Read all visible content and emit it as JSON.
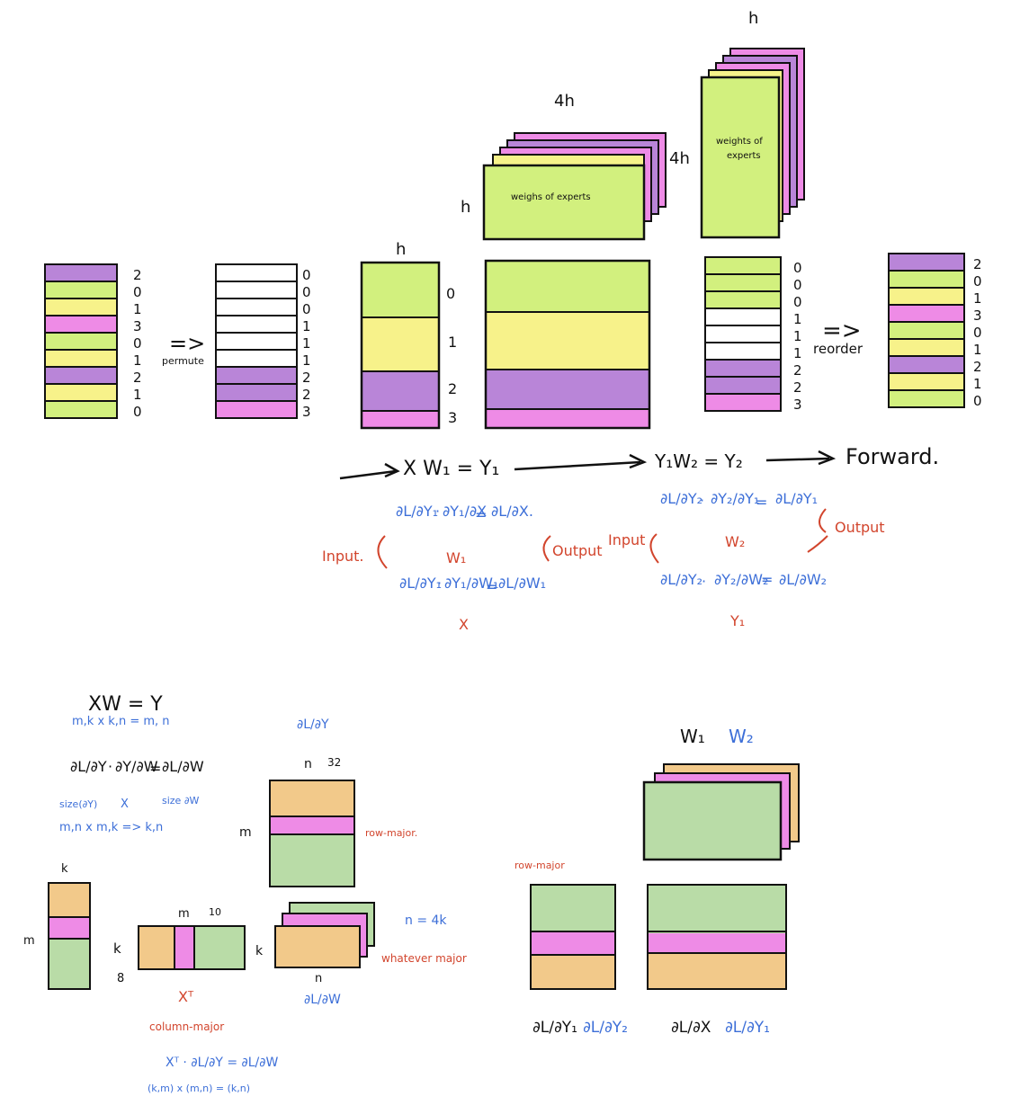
{
  "colors": {
    "green": "#d2f07e",
    "yellow": "#f7f28a",
    "purple": "#b985d8",
    "pink": "#ee8be6",
    "blue_ink": "#3d6fd8",
    "red_ink": "#d2452d",
    "lgreen": "#b9dca7",
    "lorange": "#f2c98a",
    "lpink": "#ee8be6"
  },
  "top": {
    "col1": {
      "labels": [
        "2",
        "0",
        "1",
        "3",
        "0",
        "1",
        "2",
        "1",
        "0"
      ],
      "colors": [
        "purple",
        "green",
        "yellow",
        "pink",
        "green",
        "yellow",
        "purple",
        "yellow",
        "green"
      ]
    },
    "permute": {
      "arrow": "=>",
      "label": "permute"
    },
    "col2": {
      "labels": [
        "0",
        "0",
        "0",
        "1",
        "1",
        "1",
        "2",
        "2",
        "3"
      ],
      "colors": [
        "green",
        "green",
        "green",
        "yellow",
        "yellow",
        "yellow",
        "purple",
        "purple",
        "pink"
      ]
    },
    "grouped": {
      "h": "h",
      "labels": [
        "0",
        "1",
        "2",
        "3"
      ]
    },
    "experts_wide": {
      "width_label": "4h",
      "height_label": "h",
      "text": "weighs of experts"
    },
    "experts_tall": {
      "width_label": "h",
      "height_label": "4h",
      "text1": "weights of",
      "text2": "experts"
    },
    "col5": {
      "labels": [
        "0",
        "0",
        "0",
        "1",
        "1",
        "1",
        "2",
        "2",
        "3"
      ]
    },
    "reorder": {
      "arrow": "=>",
      "label": "reorder"
    },
    "col6": {
      "labels": [
        "2",
        "0",
        "1",
        "3",
        "0",
        "1",
        "2",
        "1",
        "0"
      ],
      "colors": [
        "purple",
        "green",
        "yellow",
        "pink",
        "green",
        "yellow",
        "purple",
        "yellow",
        "green"
      ]
    },
    "flow": {
      "eq1": "X W₁ = Y₁",
      "eq2": "Y₁W₂ = Y₂",
      "label": "Forward."
    }
  },
  "grads": {
    "left": {
      "r1a": "∂L/∂Y₁",
      "r1b": "∂Y₁/∂X",
      "r1c": "∂L/∂X.",
      "r1u": "W₁",
      "r2a": "∂L/∂Y₁",
      "r2b": "∂Y₁/∂W₁",
      "r2c": "∂L/∂W₁",
      "r2u": "X",
      "input": "Input.",
      "output": "Output"
    },
    "right": {
      "r1a": "∂L/∂Y₂",
      "r1b": "∂Y₂/∂Y₁",
      "r1c": "∂L/∂Y₁",
      "r1u": "W₂",
      "r2a": "∂L/∂Y₂",
      "r2b": "∂Y₂/∂W₂",
      "r2c": "∂L/∂W₂",
      "r2u": "Y₁",
      "input": "Input",
      "output": "Output"
    }
  },
  "bottom_left": {
    "eq": "XW = Y",
    "dims": "m,k x k,n = m, n",
    "grad_eq_a": "∂L/∂Y",
    "grad_eq_b": "∂Y/∂W",
    "grad_eq_c": "∂L/∂W",
    "size_a": "size(∂Y)",
    "size_b": "X",
    "size_c": "size ∂W",
    "dims2": "m,n x m,k => k,n",
    "dLdY": "∂L/∂Y",
    "n": "n",
    "n_val": "32",
    "m": "m",
    "row_major": "row-major.",
    "k_top": "k",
    "m_side": "m",
    "k_mid": "k",
    "s_low": "8",
    "m_top": "m",
    "m_val": "10",
    "k_right": "k",
    "n_eq": "n = 4k",
    "whatever_major": "whatever major",
    "n_bottom": "n",
    "dLdW": "∂L/∂W",
    "xt": "Xᵀ",
    "column_major": "column-major",
    "final_eq": "Xᵀ · ∂L/∂Y = ∂L/∂W",
    "final_dims": "(k,m) x (m,n) = (k,n)"
  },
  "bottom_right": {
    "w1": "W₁",
    "w2": "W₂",
    "row_major": "row-major",
    "l1": "∂L/∂Y₁",
    "l2": "∂L/∂Y₂",
    "l3": "∂L/∂X",
    "l4": "∂L/∂Y₁"
  }
}
